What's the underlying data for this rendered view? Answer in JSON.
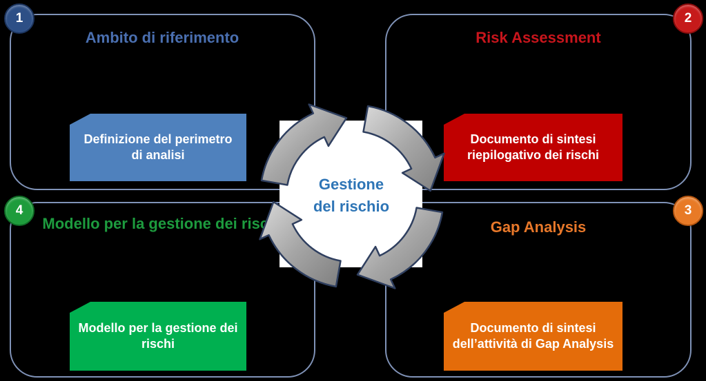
{
  "quadrants": [
    {
      "number": "1",
      "title": "Ambito di riferimento",
      "card": "Definizione del perimetro di analisi",
      "color": "#4f81bd"
    },
    {
      "number": "2",
      "title": "Risk Assessment",
      "card": "Documento di sintesi riepilogativo dei rischi",
      "color": "#c00000"
    },
    {
      "number": "3",
      "title": "Gap Analysis",
      "card": "Documento di sintesi dell’attività di Gap Analysis",
      "color": "#e46c0a"
    },
    {
      "number": "4",
      "title": "Modello per la gestione dei rischi",
      "card": "Modello per la gestione dei rischi",
      "color": "#00b050"
    }
  ],
  "center": {
    "line1": "Gestione",
    "line2": "del rischio"
  },
  "colors": {
    "background": "#000000",
    "border": "#8093b8",
    "arrow": "#a6a6a6",
    "center_text": "#2e75b6"
  }
}
